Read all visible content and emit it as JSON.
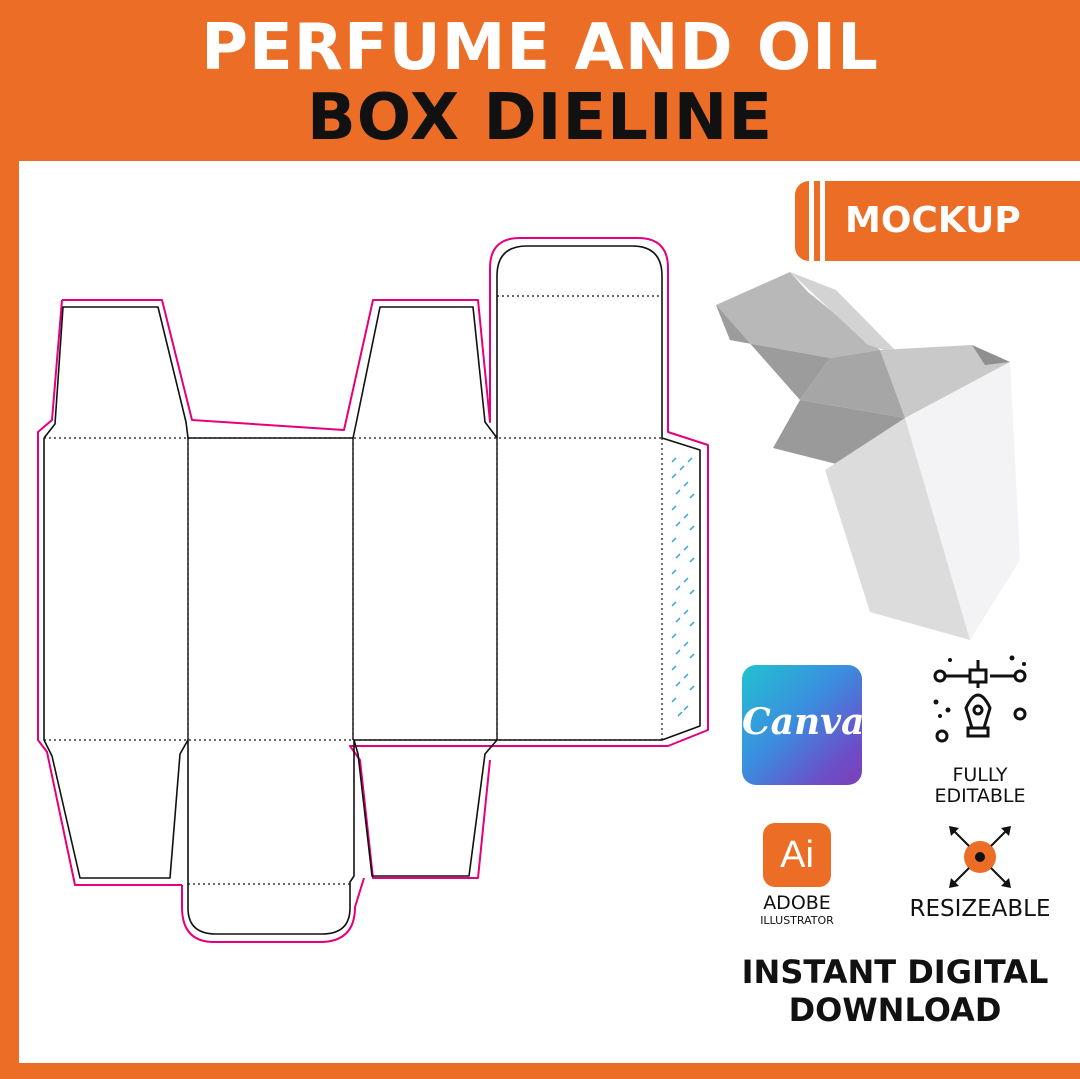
{
  "header": {
    "title_line1": "PERFUME AND OIL",
    "title_line2": "BOX DIELINE"
  },
  "mockup": {
    "label": "MOCKUP"
  },
  "badges": {
    "canva": {
      "text": "Canva",
      "icon": "canva-logo"
    },
    "editable": {
      "line1": "FULLY",
      "line2": "EDITABLE",
      "icon": "pen-tool-icon"
    },
    "illustrator": {
      "icon_text": "Ai",
      "line1": "ADOBE",
      "line2": "ILLUSTRATOR"
    },
    "resizeable": {
      "label": "RESIZEABLE",
      "icon": "resize-arrows-icon"
    }
  },
  "footer": {
    "line1": "INSTANT DIGITAL",
    "line2": "DOWNLOAD"
  },
  "colors": {
    "brand_orange": "#ec6d26",
    "bleed_magenta": "#e4007c",
    "glue_blue": "#2a9fd8",
    "cut_line": "#111111"
  }
}
